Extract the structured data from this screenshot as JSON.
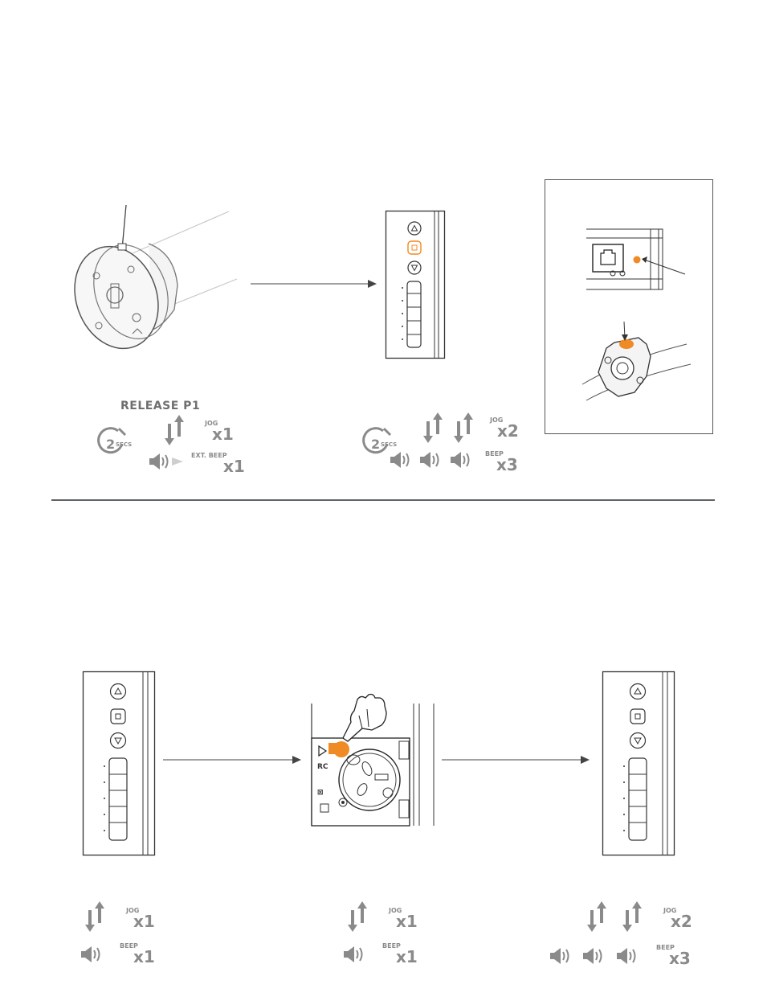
{
  "step1": {
    "release_label": "RELEASE P1",
    "left_group": {
      "timer": {
        "number": "2",
        "unit": "SECS"
      },
      "jog": {
        "label": "JOG",
        "count": "x1"
      },
      "ext_beep": {
        "label": "EXT. BEEP",
        "count": "x1"
      }
    },
    "right_group": {
      "timer": {
        "number": "2",
        "unit": "SECS"
      },
      "jog": {
        "label": "JOG",
        "count": "x2"
      },
      "beep": {
        "label": "BEEP",
        "count": "x3"
      }
    }
  },
  "step2": {
    "left": {
      "jog": {
        "label": "JOG",
        "count": "x1"
      },
      "beep": {
        "label": "BEEP",
        "count": "x1"
      }
    },
    "middle": {
      "jog": {
        "label": "JOG",
        "count": "x1"
      },
      "beep": {
        "label": "BEEP",
        "count": "x1"
      }
    },
    "right": {
      "jog": {
        "label": "JOG",
        "count": "x2"
      },
      "beep": {
        "label": "BEEP",
        "count": "x3"
      }
    }
  },
  "colors": {
    "accent": "#f08a24",
    "line": "#333333",
    "icon": "#8a8a8a",
    "divider": "#5f6467"
  },
  "icons": [
    "motor-head",
    "remote-control",
    "stopwatch-icon",
    "jog-arrows-icon",
    "speaker-icon",
    "hand-pointer-icon",
    "receiver-box",
    "motor-bracket"
  ]
}
